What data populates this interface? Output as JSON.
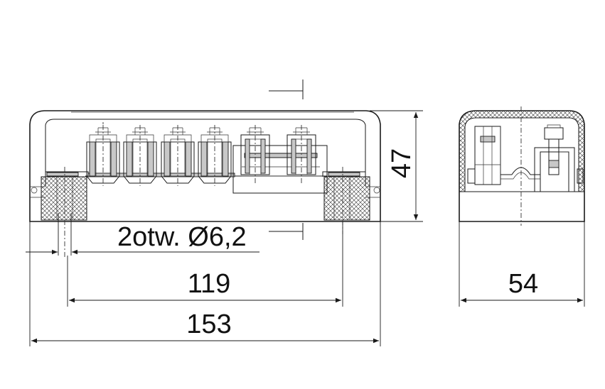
{
  "labels": {
    "height": "47",
    "holes": "2otw. Ø6,2",
    "hole_spacing": "119",
    "total_length": "153",
    "depth": "54"
  },
  "colors": {
    "line": "#1a1a1a",
    "background": "#ffffff"
  }
}
